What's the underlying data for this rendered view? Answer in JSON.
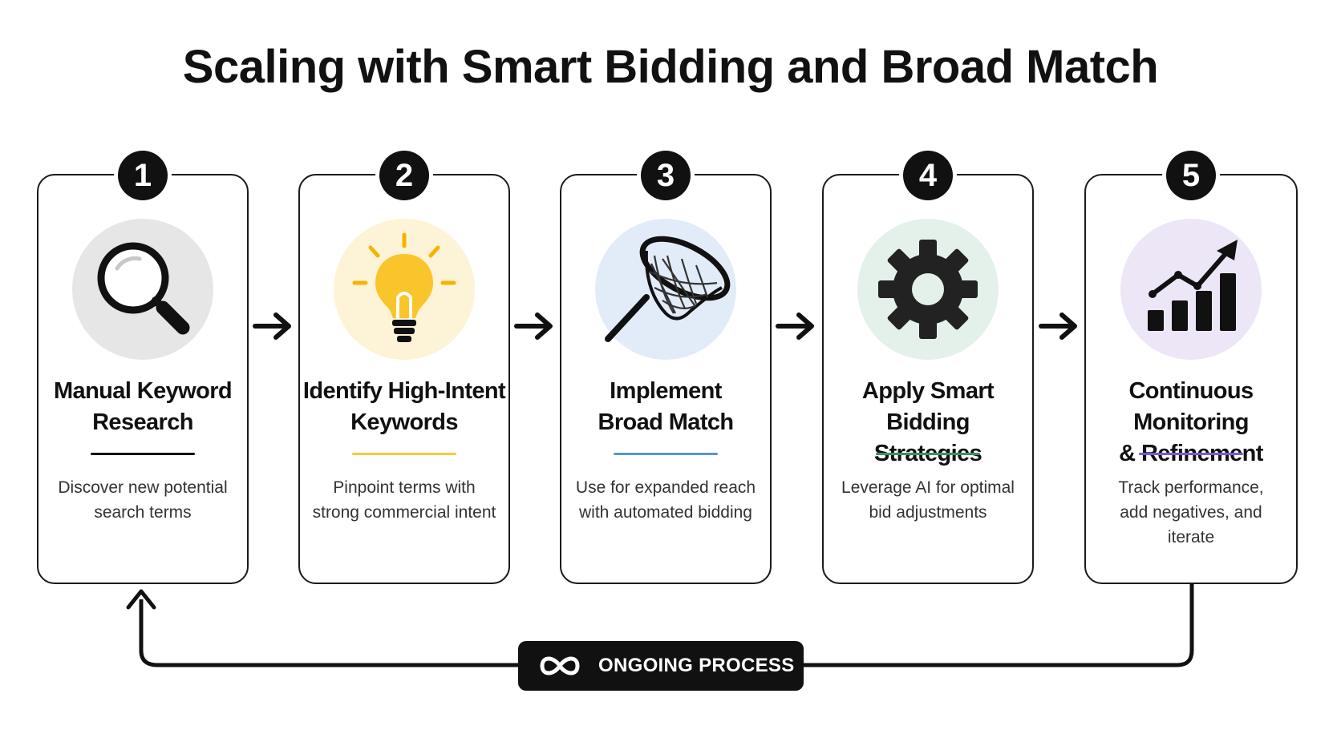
{
  "title": "Scaling with Smart Bidding and Broad Match",
  "steps": [
    {
      "number": "1",
      "title_lines": [
        "Manual Keyword",
        "Research"
      ],
      "desc_lines": [
        "Discover new potential",
        "search terms"
      ],
      "icon": "magnifying-glass-icon",
      "circle_color": "#e6e6e6",
      "accent_color": "#111111"
    },
    {
      "number": "2",
      "title_lines": [
        "Identify High-Intent",
        "Keywords"
      ],
      "desc_lines": [
        "Pinpoint terms with",
        "strong commercial intent"
      ],
      "icon": "lightbulb-icon",
      "circle_color": "#fdf3d6",
      "accent_color": "#f4cd3a"
    },
    {
      "number": "3",
      "title_lines": [
        "Implement",
        "Broad Match"
      ],
      "desc_lines": [
        "Use for expanded reach",
        "with automated bidding"
      ],
      "icon": "net-icon",
      "circle_color": "#e2ecf8",
      "accent_color": "#5b93d4"
    },
    {
      "number": "4",
      "title_lines": [
        "Apply Smart Bidding",
        "Strategies"
      ],
      "desc_lines": [
        "Leverage AI for optimal",
        "bid adjustments"
      ],
      "icon": "gear-icon",
      "circle_color": "#e3f1ea",
      "accent_color": "#3f8f63"
    },
    {
      "number": "5",
      "title_lines": [
        "Continuous Monitoring",
        "& Refinement"
      ],
      "desc_lines": [
        "Track performance,",
        "add negatives, and",
        "iterate"
      ],
      "icon": "trend-chart-icon",
      "circle_color": "#ece6f7",
      "accent_color": "#7b59d6"
    }
  ],
  "loop": {
    "label": "ONGOING PROCESS",
    "icon": "infinity-icon"
  }
}
